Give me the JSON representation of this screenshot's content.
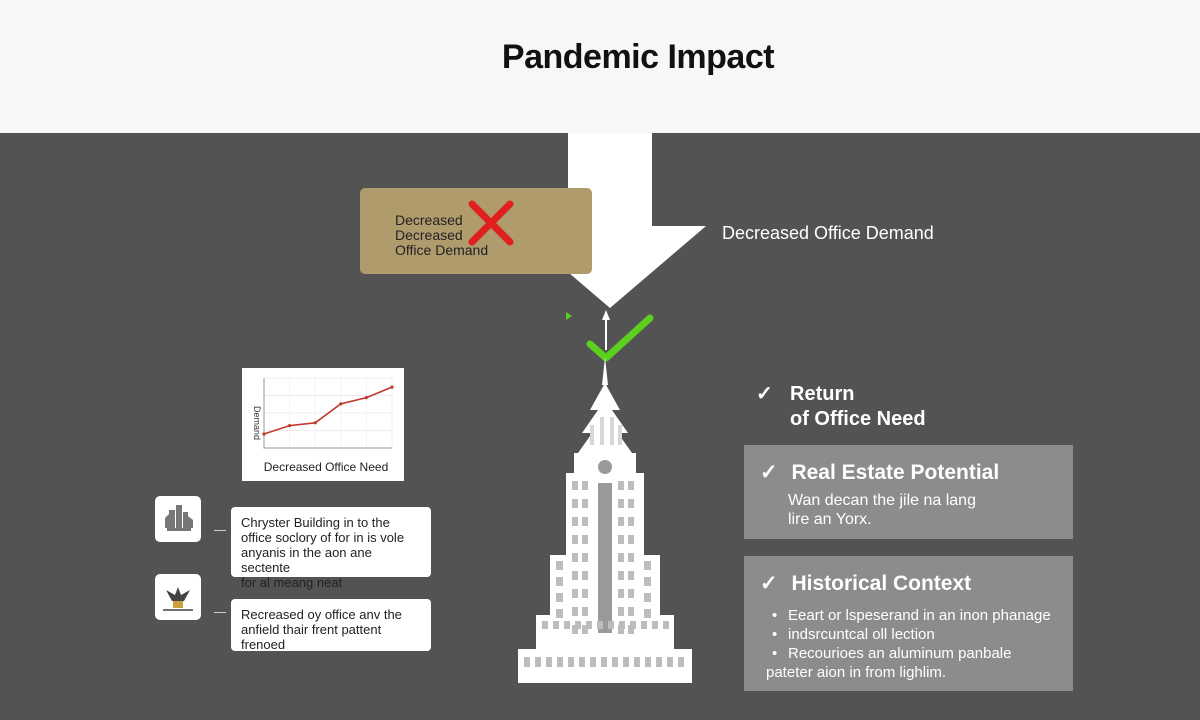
{
  "title": "Pandemic Impact",
  "arrow": {
    "label": "Decreased Office Demand"
  },
  "decline_box": {
    "lines": [
      "Decreased",
      "Decreased",
      "Office Demand"
    ],
    "marker_icon": "red-x-icon"
  },
  "recovery_marker": {
    "icon": "green-check-icon"
  },
  "mini_chart": {
    "caption": "Decreased Office Need",
    "ylabel": "Demand"
  },
  "chart_data": {
    "type": "line",
    "x": [
      1,
      2,
      3,
      4,
      5,
      6
    ],
    "values": [
      2,
      3.2,
      3.6,
      6.3,
      7.2,
      8.7
    ],
    "ylim": [
      0,
      10
    ],
    "grid": true,
    "color": "#c0392b"
  },
  "left_cards": [
    {
      "icon": "building-cluster-icon",
      "text_lines": [
        "Chryster Building in to the",
        "office soclory of for in is vole",
        "anyanis in the aon ane sectente",
        "for al meang neat"
      ]
    },
    {
      "icon": "eagle-emblem-icon",
      "text_lines": [
        "Recreased oy office anv the",
        "anfield thair frent pattent",
        "frenoed"
      ]
    }
  ],
  "building": {
    "icon": "chrysler-building-icon"
  },
  "return_item": {
    "lines": [
      "Return",
      "of Office Need"
    ]
  },
  "real_estate": {
    "title": "Real Estate Potential",
    "lines": [
      "Wan decan the jile na lang",
      "lire an Yorx."
    ]
  },
  "historical": {
    "title": "Historical Context",
    "bullets": [
      "Eeart or lspeserand in an inon phanage",
      "indsrcuntcal oll lection",
      "Recourioes an aluminum panbale",
      "pateter aion in from lighlim."
    ]
  },
  "colors": {
    "background": "#535353",
    "header": "#f7f7f7",
    "accent_tan": "#b09b6d",
    "panel_gray": "#8c8c8c",
    "red_x": "#e01f1f",
    "green_check": "#5ccf1f"
  }
}
